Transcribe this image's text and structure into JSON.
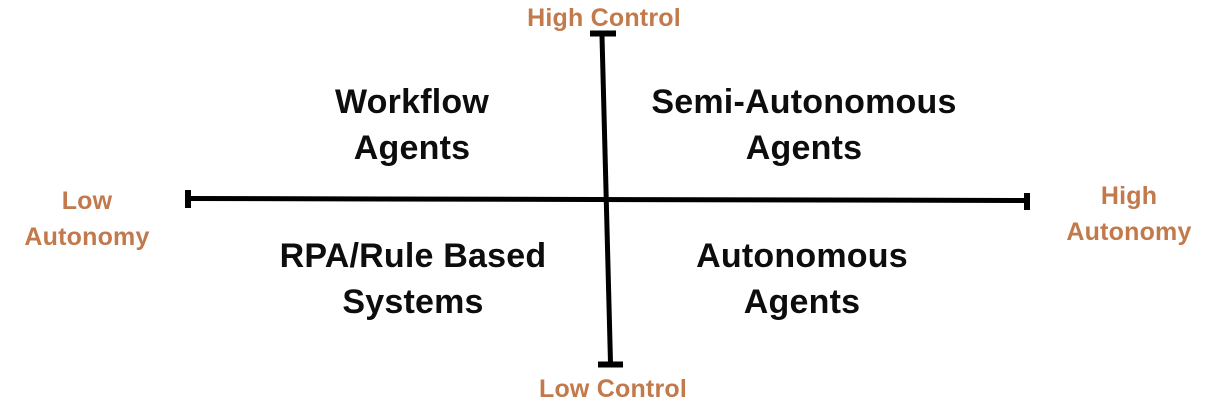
{
  "diagram": {
    "type": "quadrant",
    "vertical_axis": {
      "top": "High Control",
      "bottom": "Low Control"
    },
    "horizontal_axis": {
      "left": {
        "line1": "Low",
        "line2": "Autonomy"
      },
      "right": {
        "line1": "High",
        "line2": "Autonomy"
      }
    },
    "quadrants": {
      "top_left": {
        "line1": "Workflow",
        "line2": "Agents"
      },
      "top_right": {
        "line1": "Semi-Autonomous",
        "line2": "Agents"
      },
      "bottom_left": {
        "line1": "RPA/Rule Based",
        "line2": "Systems"
      },
      "bottom_right": {
        "line1": "Autonomous",
        "line2": "Agents"
      }
    },
    "colors": {
      "axis_label_text": "#c2794b",
      "quadrant_text": "#0d0d0d",
      "axis_line": "#000000",
      "background": "#ffffff"
    }
  }
}
